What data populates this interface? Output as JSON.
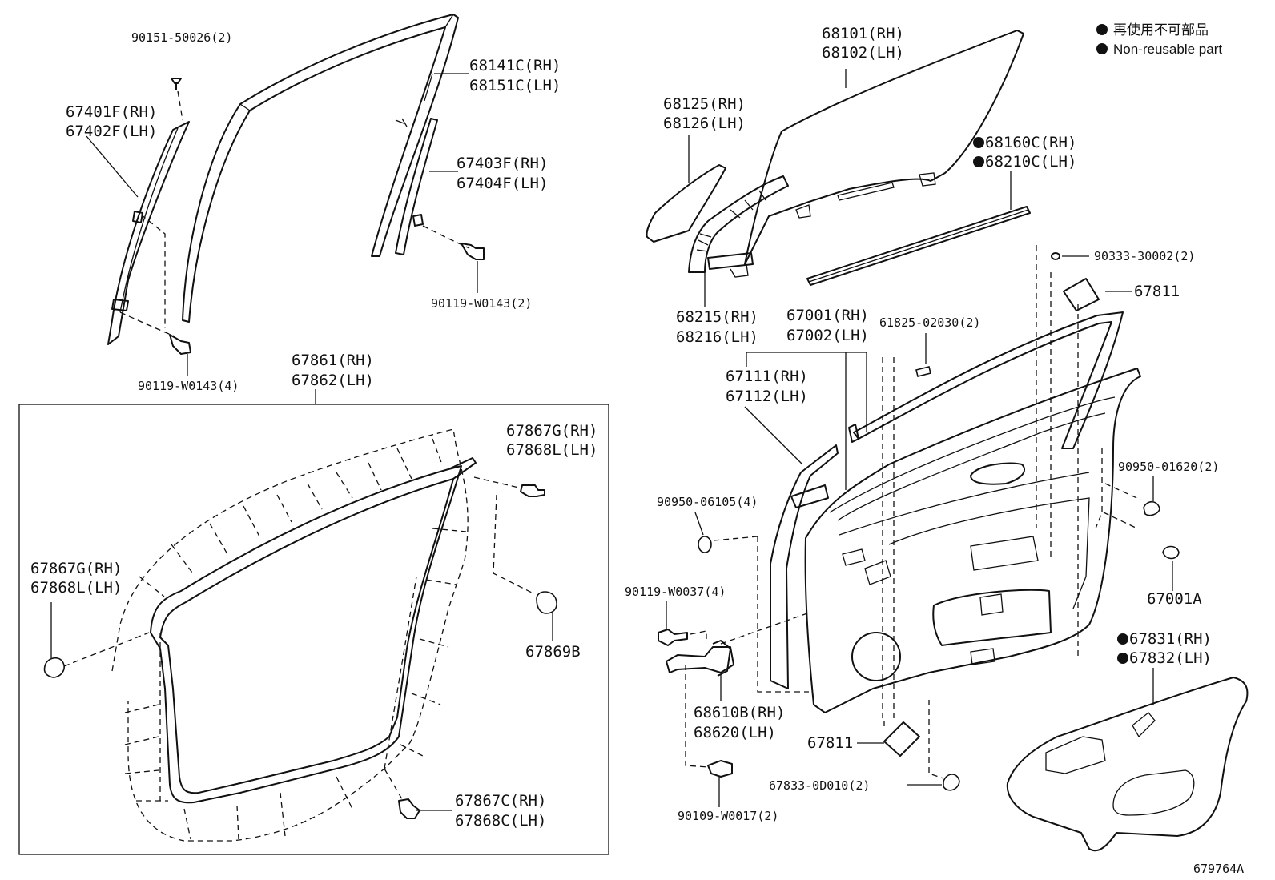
{
  "legend": {
    "line1": "再使用不可部品",
    "line2": "Non-reusable part"
  },
  "figure_id": "679764A",
  "labels": {
    "p90151": "90151-50026(2)",
    "p67401": "67401F(RH)",
    "p67402": "67402F(LH)",
    "p68141": "68141C(RH)",
    "p68151": "68151C(LH)",
    "p67403": "67403F(RH)",
    "p67404": "67404F(LH)",
    "p90119a": "90119-W0143(2)",
    "p90119b": "90119-W0143(4)",
    "p67861": "67861(RH)",
    "p67862": "67862(LH)",
    "p67867g1": "67867G(RH)",
    "p67868l1": "67868L(LH)",
    "p67867g2": "67867G(RH)",
    "p67868l2": "67868L(LH)",
    "p67869b": "67869B",
    "p67867c": "67867C(RH)",
    "p67868c": "67868C(LH)",
    "p68101": "68101(RH)",
    "p68102": "68102(LH)",
    "p68125": "68125(RH)",
    "p68126": "68126(LH)",
    "p68160": "68160C(RH)",
    "p68210": "68210C(LH)",
    "p90333": "90333-30002(2)",
    "p67811a": "67811",
    "p68215": "68215(RH)",
    "p68216": "68216(LH)",
    "p67001": "67001(RH)",
    "p67002": "67002(LH)",
    "p61825": "61825-02030(2)",
    "p67111": "67111(RH)",
    "p67112": "67112(LH)",
    "p90950a": "90950-01620(2)",
    "p90950b": "90950-06105(4)",
    "p67001a": "67001A",
    "p90119c": "90119-W0037(4)",
    "p67831": "67831(RH)",
    "p67832": "67832(LH)",
    "p68610": "68610B(RH)",
    "p68620": "68620(LH)",
    "p67811b": "67811",
    "p67833": "67833-0D010(2)",
    "p90109": "90109-W0017(2)"
  }
}
